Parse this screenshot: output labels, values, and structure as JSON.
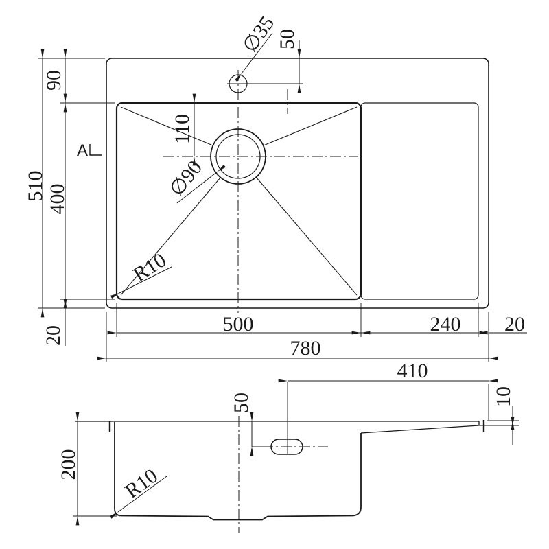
{
  "page": {
    "background": "#ffffff",
    "ink": "#1a1a1a"
  },
  "top_view": {
    "dims": {
      "overall_width": "780",
      "overall_depth": "510",
      "bowl_width": "500",
      "drainer_width": "240",
      "rim_right": "20",
      "rim_bottom": "20",
      "deck_top": "90",
      "bowl_depth_plan": "400",
      "faucet_offset": "50",
      "faucet_diameter": "∅35",
      "drain_offset": "110",
      "drain_diameter": "∅90",
      "corner_radius": "R10",
      "section_label": "A"
    }
  },
  "side_view": {
    "dims": {
      "bowl_depth": "200",
      "corner_radius": "R10",
      "drain_drop": "50",
      "drain_to_edge": "410",
      "deck_drop": "10"
    }
  }
}
